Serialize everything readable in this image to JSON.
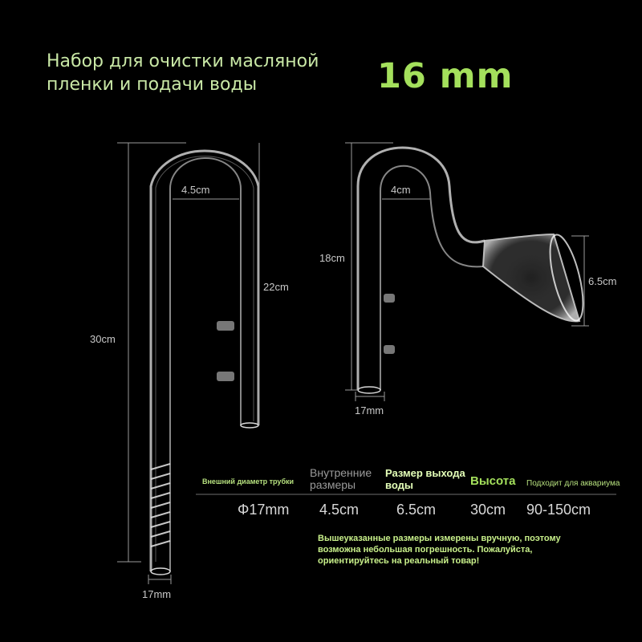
{
  "title": {
    "line1": "Набор для очистки масляной",
    "line2": "пленки и подачи воды",
    "size": "16 mm"
  },
  "left_pipe": {
    "height": "30cm",
    "length": "22cm",
    "width": "4.5cm",
    "diameter": "17mm"
  },
  "right_pipe": {
    "height": "18cm",
    "width": "4cm",
    "mouth": "6.5cm",
    "diameter": "17mm"
  },
  "spec_table": {
    "headers": [
      "Внешний диаметр трубки",
      "Внутренние размеры",
      "Размер выхода воды",
      "Высота",
      "Подходит для аквариума"
    ],
    "values": [
      "Φ17mm",
      "4.5cm",
      "6.5cm",
      "30cm",
      "90-150cm"
    ]
  },
  "note": {
    "line1": "Вышеуказанные размеры измерены вручную, поэтому",
    "line2": "возможна небольшая погрешность. Пожалуйста,",
    "line3": "ориентируйтесь на реальный товар!"
  }
}
